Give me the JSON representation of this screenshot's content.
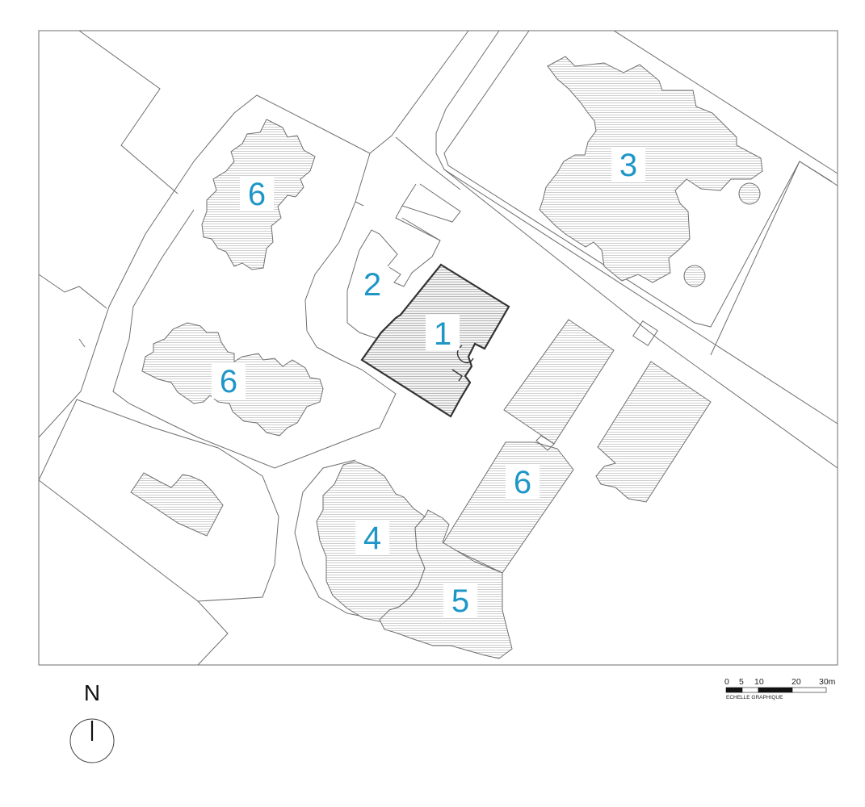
{
  "colors": {
    "label": "#1e96c8",
    "line": "#6f6f6f",
    "main_outline": "#333333"
  },
  "buildings": [
    {
      "id": "b1",
      "label": "1"
    },
    {
      "id": "b2",
      "label": "2"
    },
    {
      "id": "b3",
      "label": "3"
    },
    {
      "id": "b4",
      "label": "4"
    },
    {
      "id": "b5",
      "label": "5"
    },
    {
      "id": "b6a",
      "label": "6"
    },
    {
      "id": "b6b",
      "label": "6"
    },
    {
      "id": "b6c",
      "label": "6"
    }
  ],
  "scale": {
    "ticks": [
      "0",
      "5",
      "10",
      "20",
      "30m"
    ],
    "caption": "ECHELLE GRAPHIQUE"
  },
  "north": {
    "letter": "N",
    "icon": "north-arrow-icon"
  }
}
